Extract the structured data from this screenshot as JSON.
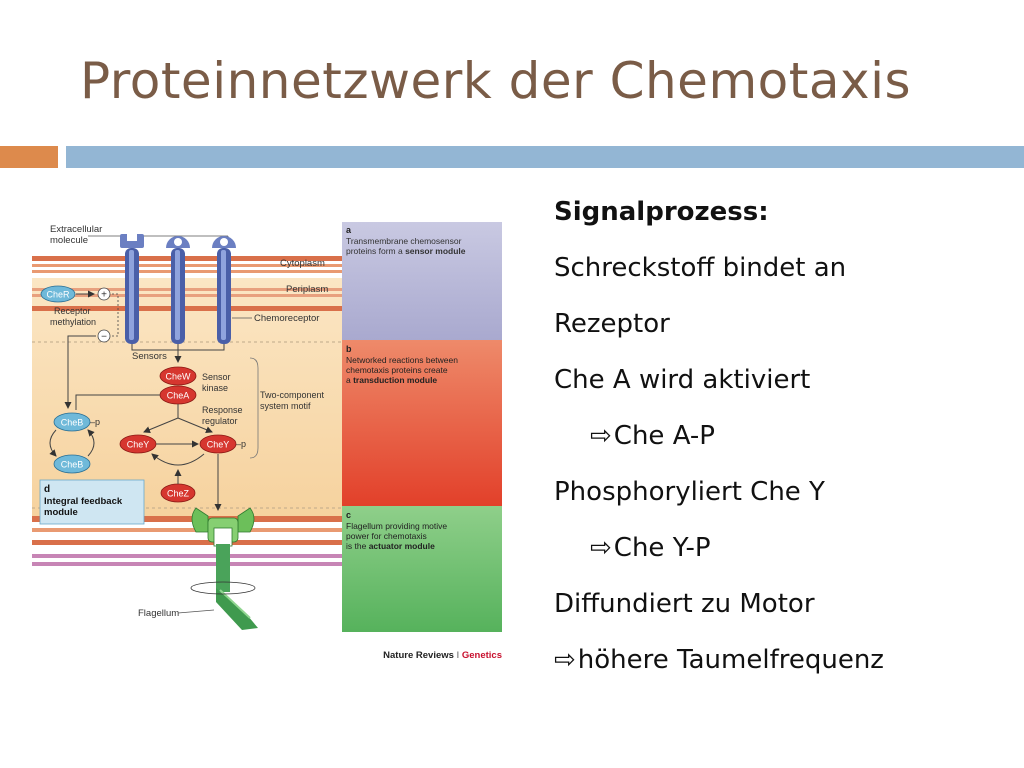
{
  "slide": {
    "title": "Proteinnetzwerk der Chemotaxis"
  },
  "text_panel": {
    "heading": "Signalprozess:",
    "lines": [
      {
        "text": "Schreckstoff bindet an",
        "arrow": false,
        "indent": false
      },
      {
        "text": "Rezeptor",
        "arrow": false,
        "indent": false
      },
      {
        "text": "Che A wird aktiviert",
        "arrow": false,
        "indent": false
      },
      {
        "text": "Che A-P",
        "arrow": true,
        "indent": true
      },
      {
        "text": "Phosphoryliert Che Y",
        "arrow": false,
        "indent": false
      },
      {
        "text": "Che Y-P",
        "arrow": true,
        "indent": true
      },
      {
        "text": "Diffundiert zu Motor",
        "arrow": false,
        "indent": false
      },
      {
        "text": "höhere Taumelfrequenz",
        "arrow": true,
        "indent": false
      }
    ],
    "arrow_glyph": "⇨"
  },
  "figure": {
    "labels": {
      "extracellular": "Extracellular\nmolecule",
      "cytoplasm": "Cytoplasm",
      "periplasm": "Periplasm",
      "chemoreceptor": "Chemoreceptor",
      "sensors": "Sensors",
      "receptor_methylation": "Receptor\nmethylation",
      "sensor_kinase": "Sensor\nkinase",
      "response_regulator": "Response\nregulator",
      "two_component": "Two-component\nsystem motif",
      "flagellum": "Flagellum",
      "p1": "–p",
      "p2": "–p",
      "plus": "+",
      "minus": "−"
    },
    "proteins": {
      "cher": "CheR",
      "chew": "CheW",
      "chea": "CheA",
      "cheb_p": "CheB",
      "cheb": "CheB",
      "chey": "CheY",
      "chey_p": "CheY",
      "chez": "CheZ"
    },
    "panels": {
      "a_letter": "a",
      "a_text": "Transmembrane chemosensor\nproteins form a ",
      "a_bold": "sensor module",
      "b_letter": "b",
      "b_text": "Networked reactions between\nchemotaxis proteins create\na ",
      "b_bold": "transduction module",
      "c_letter": "c",
      "c_text": "Flagellum providing motive\npower for chemotaxis\nis the ",
      "c_bold": "actuator module",
      "d_letter": "d",
      "d_title": "Integral feedback\nmodule"
    },
    "credit": {
      "journal": "Nature Reviews",
      "separator": " | ",
      "section": "Genetics"
    },
    "colors": {
      "panel_a": "#b8b8d8",
      "panel_b": "#e8503a",
      "panel_c": "#6cbf6c",
      "membrane": "#d9704a",
      "red_protein": "#d6362f",
      "blue_protein": "#6fb9d9",
      "receptor": "#4a5fa8",
      "flagellum": "#4aa35a",
      "credit_red": "#c8102e"
    }
  }
}
